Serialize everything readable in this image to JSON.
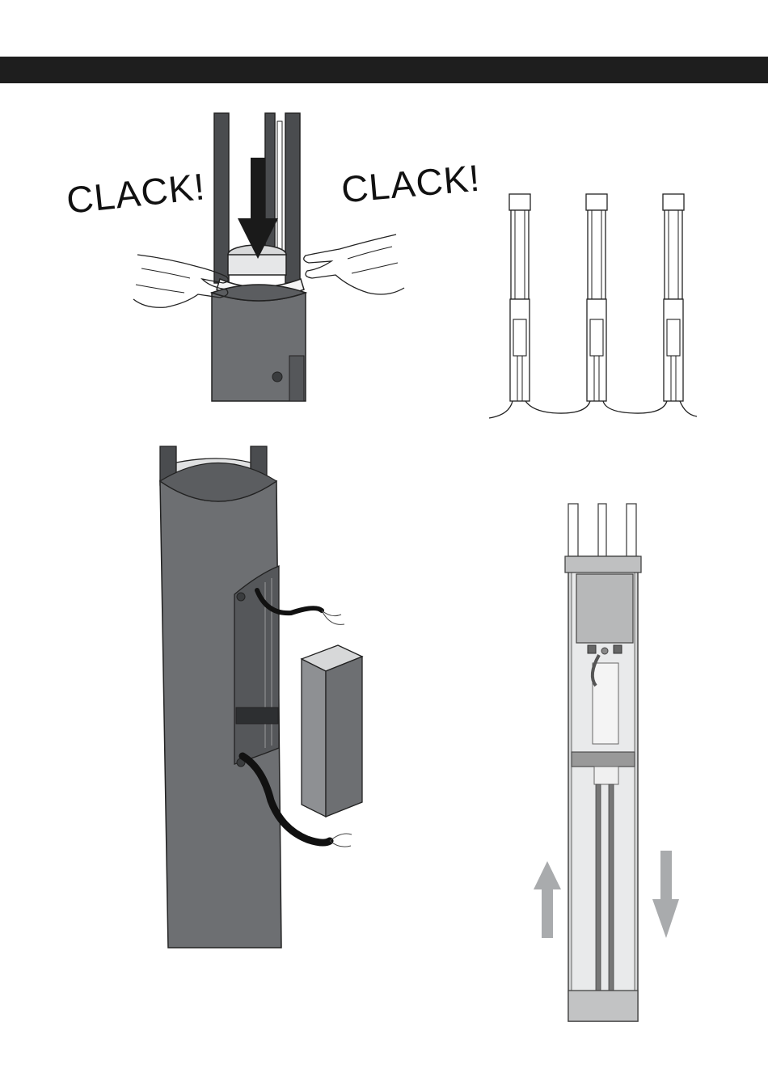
{
  "page": {
    "header_bar_color": "#1e1e1e"
  },
  "figure1": {
    "callout_left": "CLACK!",
    "callout_right": "CLACK!",
    "arrow_icon": "arrow-down-icon",
    "pole_color": "#6d6f72"
  },
  "figure2": {
    "lamp_count": 3
  },
  "figure3": {
    "pole_color": "#6d6f72"
  },
  "figure4": {
    "arrow_up_icon": "arrow-up-icon",
    "arrow_down_icon": "arrow-down-icon",
    "arrow_color": "#a9abad"
  }
}
